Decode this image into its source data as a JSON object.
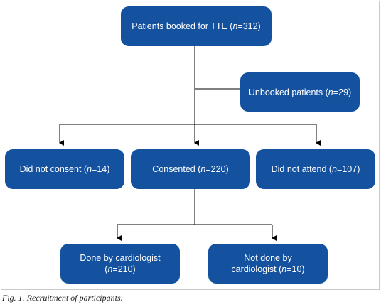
{
  "nodes": {
    "booked": {
      "pre": "Patients booked for TTE (",
      "n": "n",
      "post": "=312)"
    },
    "unbooked": {
      "pre": "Unbooked patients (",
      "n": "n",
      "post": "=29)"
    },
    "no_consent": {
      "pre": "Did not consent (",
      "n": "n",
      "post": "=14)"
    },
    "consented": {
      "pre": "Consented (",
      "n": "n",
      "post": "=220)"
    },
    "no_attend": {
      "pre": "Did not attend (",
      "n": "n",
      "post": "=107)"
    },
    "done": {
      "line1": "Done by cardiologist",
      "pre": "(",
      "n": "n",
      "post": "=210)"
    },
    "not_done": {
      "line1": "Not done by",
      "pre": "cardiologist (",
      "n": "n",
      "post": "=10)"
    }
  },
  "caption": "Fig. 1. Recruitment of participants.",
  "colors": {
    "box": "#1452a0",
    "line": "#000000"
  }
}
